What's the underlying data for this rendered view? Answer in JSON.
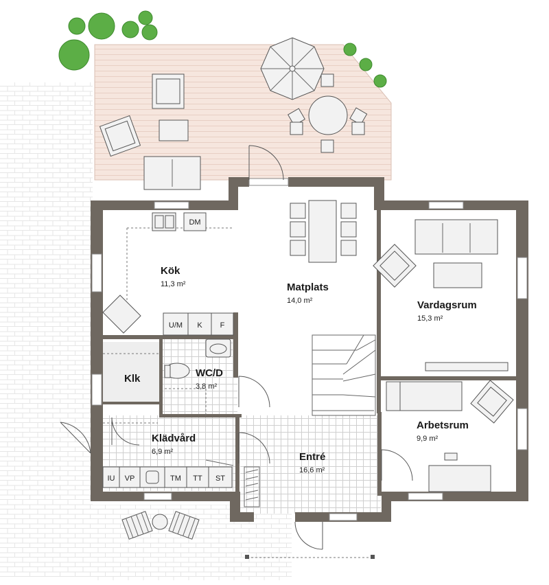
{
  "rooms": {
    "kok": {
      "name": "Kök",
      "area": "11,3 m²"
    },
    "matplats": {
      "name": "Matplats",
      "area": "14,0 m²"
    },
    "vardagsrum": {
      "name": "Vardagsrum",
      "area": "15,3 m²"
    },
    "klk": {
      "name": "Klk"
    },
    "wcd": {
      "name": "WC/D",
      "area": "3,8 m²"
    },
    "kladvard": {
      "name": "Klädvård",
      "area": "6,9 m²"
    },
    "entre": {
      "name": "Entré",
      "area": "16,6 m²"
    },
    "arbetsrum": {
      "name": "Arbetsrum",
      "area": "9,9 m²"
    }
  },
  "fixtures": {
    "dm": "DM",
    "um": "U/M",
    "k": "K",
    "f": "F",
    "iu": "IU",
    "vp": "VP",
    "tm": "TM",
    "tt": "TT",
    "st": "ST"
  },
  "colors": {
    "wall": "#6f6860",
    "deck": "#f6e6de",
    "deck_line": "#e8cfc4",
    "tree": "#5cae46",
    "paving": "#e9e9e9",
    "floor_tile": "#c9c9c9"
  }
}
